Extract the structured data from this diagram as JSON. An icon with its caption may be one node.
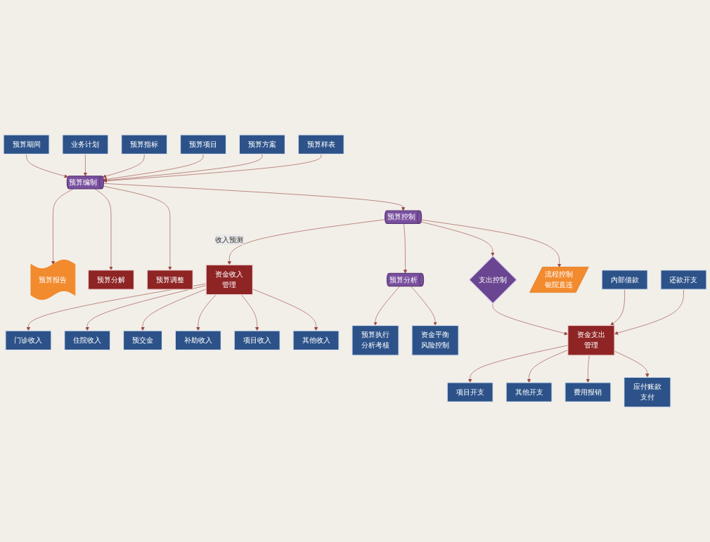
{
  "diagram": {
    "nodes": [
      {
        "text": [
          "门诊收入"
        ]
      },
      {
        "text": [
          "住院收入"
        ]
      },
      {
        "text": [
          "预交金"
        ]
      },
      {
        "text": [
          "资金收入管理"
        ]
      },
      {
        "text": [
          "项目收入"
        ]
      },
      {
        "text": [
          "补助收入"
        ]
      },
      {
        "text": [
          "其他收入"
        ]
      },
      {
        "text": [
          "预算执行分析考核"
        ]
      },
      {
        "text": [
          "预算报告"
        ]
      },
      {
        "text": [
          "预算期间"
        ]
      },
      {
        "text": [
          "业务计划"
        ]
      },
      {
        "text": [
          "预算指标"
        ]
      },
      {
        "text": [
          "预算项目"
        ]
      },
      {
        "text": [
          "预算方案"
        ]
      },
      {
        "text": [
          "预算样表"
        ]
      },
      {
        "text": [
          "预算编制"
        ]
      },
      {
        "text": [
          "预算控制"
        ]
      },
      {
        "text": [
          "预算分析"
        ]
      },
      {
        "text": [
          "预算分解"
        ]
      },
      {
        "text": [
          "预算调整"
        ]
      },
      {
        "text": [
          "支出控制"
        ]
      },
      {
        "text": [
          "流程控制银院直连"
        ]
      },
      {
        "text": [
          "资金平衡风险控制"
        ]
      },
      {
        "text": [
          "内部借款"
        ]
      },
      {
        "text": [
          "资金支出管理"
        ]
      },
      {
        "text": [
          "项目开支"
        ]
      },
      {
        "text": [
          "还款开支"
        ]
      },
      {
        "text": [
          "其他开支"
        ]
      },
      {
        "text": [
          "费用报销"
        ]
      },
      {
        "text": [
          "应付账款支付"
        ]
      }
    ],
    "edges": [
      {
        "from": 9,
        "to": 15,
        "arrow": "to"
      },
      {
        "from": 10,
        "to": 15,
        "arrow": "to"
      },
      {
        "from": 11,
        "to": 15,
        "arrow": "to"
      },
      {
        "from": 12,
        "to": 15,
        "arrow": "to"
      },
      {
        "from": 13,
        "to": 15,
        "arrow": "to"
      },
      {
        "from": 14,
        "to": 15,
        "arrow": "to"
      },
      {
        "from": 15,
        "to": 8,
        "arrow": "to"
      },
      {
        "from": 15,
        "to": 18,
        "arrow": "to"
      },
      {
        "from": 15,
        "to": 19,
        "arrow": "to"
      },
      {
        "from": 15,
        "to": 16,
        "arrow": "to"
      },
      {
        "from": 16,
        "to": 3,
        "label": "收入预测",
        "arrow": "to"
      },
      {
        "from": 3,
        "to": 0,
        "arrow": "to"
      },
      {
        "from": 3,
        "to": 1,
        "arrow": "to"
      },
      {
        "from": 3,
        "to": 2,
        "arrow": "to"
      },
      {
        "from": 3,
        "to": 5,
        "arrow": "to"
      },
      {
        "from": 3,
        "to": 4,
        "arrow": "to"
      },
      {
        "from": 3,
        "to": 6,
        "arrow": "to"
      },
      {
        "from": 16,
        "to": 17,
        "arrow": "to"
      },
      {
        "from": 17,
        "to": 7,
        "arrow": "to"
      },
      {
        "from": 17,
        "to": 22,
        "arrow": "to"
      },
      {
        "from": 16,
        "to": 20,
        "arrow": "to"
      },
      {
        "from": 16,
        "to": 21,
        "arrow": "to"
      },
      {
        "from": 20,
        "to": 24,
        "arrow": "to"
      },
      {
        "from": 23,
        "to": 24,
        "arrow": "to"
      },
      {
        "from": 26,
        "to": 24,
        "arrow": "to"
      },
      {
        "from": 24,
        "to": 25,
        "arrow": "to"
      },
      {
        "from": 24,
        "to": 27,
        "arrow": "to"
      },
      {
        "from": 24,
        "to": 28,
        "arrow": "to"
      },
      {
        "from": 24,
        "to": 29,
        "arrow": "to"
      }
    ]
  }
}
